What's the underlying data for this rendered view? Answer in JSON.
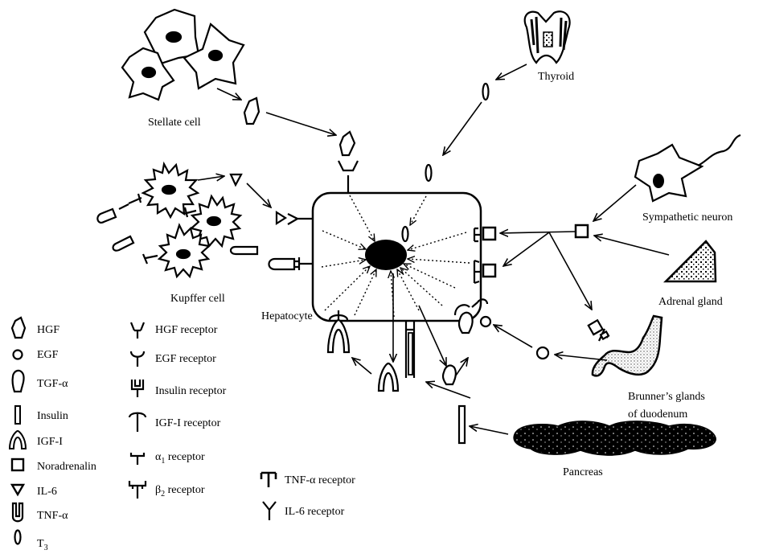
{
  "labels": {
    "stellate_cell": "Stellate cell",
    "thyroid": "Thyroid",
    "sympathetic_neuron": "Sympathetic neuron",
    "adrenal_gland": "Adrenal gland",
    "kupffer_cell": "Kupffer cell",
    "hepatocyte": "Hepatocyte",
    "brunners_glands_line1": "Brunner’s glands",
    "brunners_glands_line2": "of duodenum",
    "pancreas": "Pancreas"
  },
  "legend_ligands": [
    {
      "name": "HGF",
      "icon": "hgf-icon"
    },
    {
      "name": "EGF",
      "icon": "egf-icon"
    },
    {
      "name": "TGF-α",
      "icon": "tgf-alpha-icon"
    },
    {
      "name": "Insulin",
      "icon": "insulin-icon"
    },
    {
      "name": "IGF-I",
      "icon": "igf-i-icon"
    },
    {
      "name": "Noradrenalin",
      "icon": "noradrenalin-icon"
    },
    {
      "name": "IL-6",
      "icon": "il-6-icon"
    },
    {
      "name": "TNF-α",
      "icon": "tnf-alpha-icon"
    },
    {
      "name": "T",
      "sub": "3",
      "icon": "t3-icon"
    }
  ],
  "legend_receptors": [
    {
      "name": "HGF receptor",
      "icon": "hgf-receptor-icon"
    },
    {
      "name": "EGF receptor",
      "icon": "egf-receptor-icon"
    },
    {
      "name": "Insulin receptor",
      "icon": "insulin-receptor-icon"
    },
    {
      "name": "IGF-I receptor",
      "icon": "igf-i-receptor-icon"
    },
    {
      "name": "α",
      "sub": "1",
      "suffix": " receptor",
      "icon": "alpha1-receptor-icon"
    },
    {
      "name": "β",
      "sub": "2",
      "suffix": " receptor",
      "icon": "beta2-receptor-icon"
    }
  ],
  "legend_receptors_extra": [
    {
      "name": "TNF-α receptor",
      "icon": "tnf-alpha-receptor-icon"
    },
    {
      "name": "IL-6 receptor",
      "icon": "il-6-receptor-icon"
    }
  ]
}
